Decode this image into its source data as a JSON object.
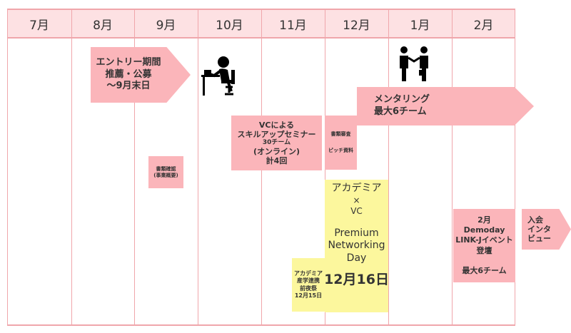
{
  "months": [
    "7月",
    "8月",
    "9月",
    "10月",
    "11月",
    "12月",
    "1月",
    "2月"
  ],
  "entry": {
    "lines": [
      "エントリー期間",
      "推薦・公募",
      "〜9月末日"
    ]
  },
  "mentoring": {
    "lines": [
      "メンタリング",
      "最大6チーム"
    ]
  },
  "shorui_kakunin": {
    "lines": [
      "書類確認",
      "(事業概要)"
    ]
  },
  "seminar": {
    "lines": [
      "VCによる",
      "スキルアップセミナー",
      "30チーム",
      "(オンライン)",
      "計4回"
    ]
  },
  "shorui_shinsa": {
    "lines": [
      "書類審査",
      "",
      "ピッチ資料"
    ]
  },
  "academia_pre": {
    "lines": [
      "アカデミア",
      "産学連携",
      "前夜祭",
      "12月15日"
    ]
  },
  "premium": {
    "lines": [
      "アカデミア",
      "×",
      "VC",
      "",
      "Premium",
      "Networking",
      "Day"
    ],
    "date": "12月16日"
  },
  "demoday": {
    "lines": [
      "2月",
      "Demoday",
      "LINK-Jイベント",
      "登壇",
      "",
      "最大6チーム"
    ]
  },
  "interview": {
    "lines": [
      "入会",
      "インタ",
      "ビュー"
    ]
  },
  "icons": {
    "desk": "person-at-desk-icon",
    "meeting": "business-handshake-icon"
  },
  "colors": {
    "pink_box": "#fbb5ba",
    "header": "#fde1e3",
    "grid": "#f0a6ab",
    "yellow_box": "#fcf79d"
  }
}
